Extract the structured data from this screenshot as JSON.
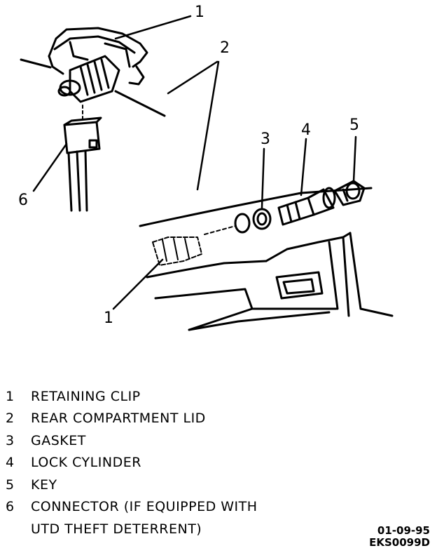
{
  "callouts": {
    "retaining_clip_top": "1",
    "lid": "2",
    "gasket": "3",
    "lock_cylinder": "4",
    "key": "5",
    "connector": "6",
    "retaining_clip_bottom": "1"
  },
  "legend": [
    {
      "num": "1",
      "text": "RETAINING CLIP"
    },
    {
      "num": "2",
      "text": "REAR COMPARTMENT LID"
    },
    {
      "num": "3",
      "text": "GASKET"
    },
    {
      "num": "4",
      "text": "LOCK CYLINDER"
    },
    {
      "num": "5",
      "text": "KEY"
    },
    {
      "num": "6",
      "text": "CONNECTOR (IF EQUIPPED WITH",
      "continuation": "UTD THEFT DETERRENT)"
    }
  ],
  "figure_code": {
    "date": "01-09-95",
    "id": "EKS0099D"
  }
}
